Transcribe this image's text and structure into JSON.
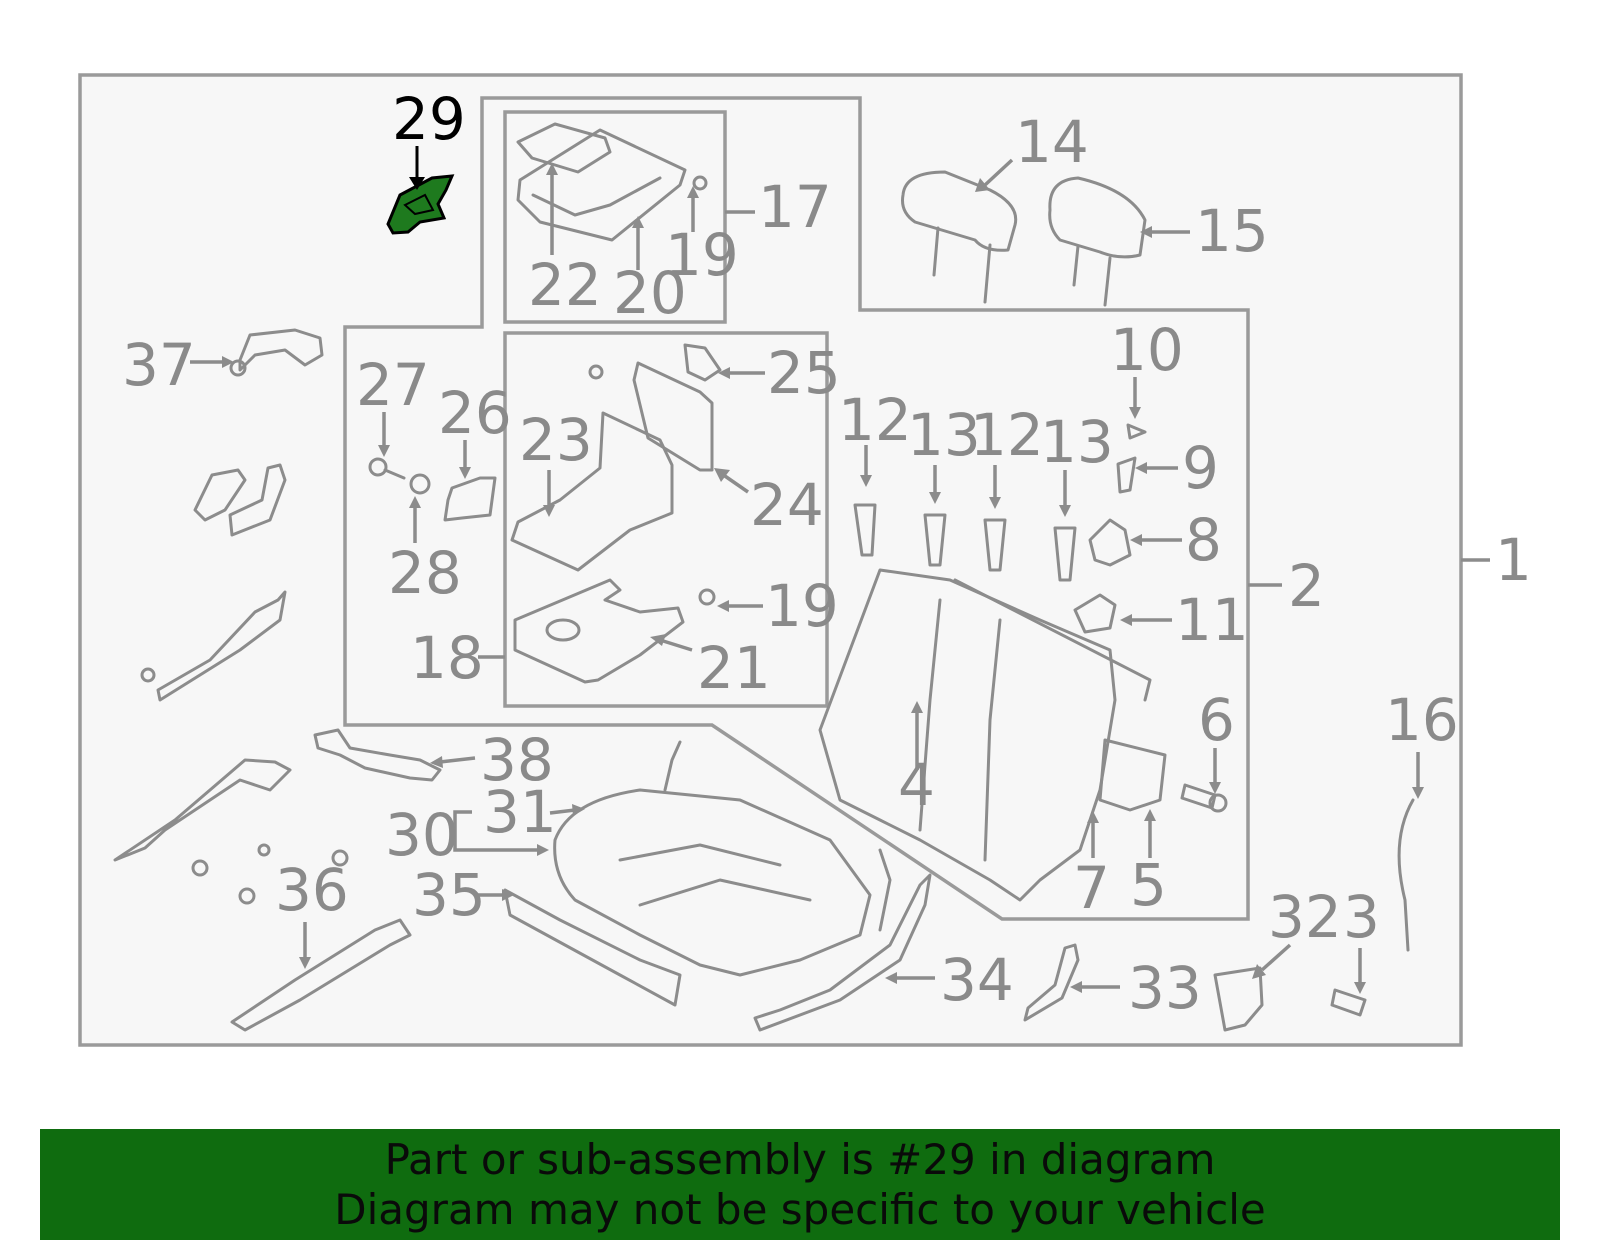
{
  "diagram": {
    "highlight_color": "#1e7a1e",
    "highlighted_part": "29",
    "assembly_label": "1",
    "callouts": [
      "29",
      "14",
      "17",
      "15",
      "22",
      "20",
      "19",
      "37",
      "27",
      "26",
      "25",
      "10",
      "12",
      "13",
      "12",
      "13",
      "9",
      "23",
      "24",
      "8",
      "28",
      "19",
      "2",
      "11",
      "18",
      "21",
      "6",
      "16",
      "4",
      "38",
      "31",
      "30",
      "7",
      "5",
      "36",
      "35",
      "34",
      "33",
      "32",
      "3"
    ]
  },
  "banner": {
    "line1": "Part or sub-assembly is #29 in diagram",
    "line2": "Diagram may not be specific to your vehicle",
    "background": "#0f6c0f"
  }
}
